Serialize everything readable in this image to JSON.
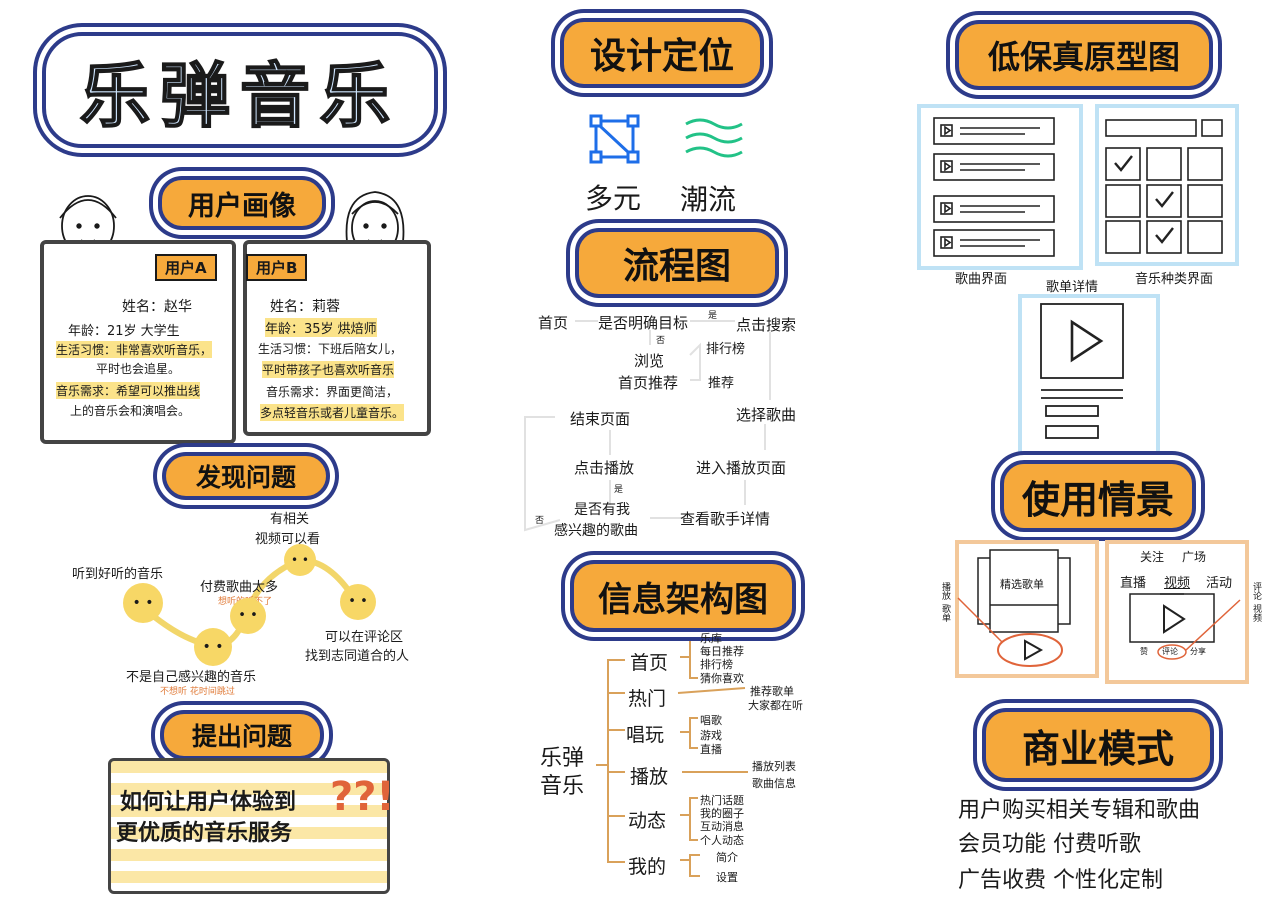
{
  "title": "乐弹音乐",
  "persona": {
    "heading": "用户画像",
    "user_a": {
      "tag": "用户A",
      "name": "姓名：赵华",
      "age": "年龄：21岁 大学生",
      "habit_1": "生活习惯：非常喜欢听音乐，",
      "habit_2": "平时也会追星。",
      "need_1": "音乐需求：希望可以推出线",
      "need_2": "上的音乐会和演唱会。"
    },
    "user_b": {
      "tag": "用户B",
      "name": "姓名：莉蓉",
      "age": "年龄：35岁 烘焙师",
      "habit_1": "生活习惯：下班后陪女儿，",
      "habit_2": "平时带孩子也喜欢听音乐",
      "need_1": "音乐需求：界面更简洁，",
      "need_2": "多点轻音乐或者儿童音乐。"
    }
  },
  "discover": {
    "heading": "发现问题",
    "points": {
      "p1": "听到好听的音乐",
      "p2_main": "付费歌曲太多",
      "p2_sub": "想听的听不了",
      "p3": "有相关",
      "p3b": "视频可以看",
      "p4": "可以在评论区",
      "p4b": "找到志同道合的人",
      "p5_main": "不是自己感兴趣的音乐",
      "p5_sub": "不想听 花时间跳过"
    }
  },
  "propose": {
    "heading": "提出问题",
    "line_1": "如何让用户体验到",
    "line_2": "更优质的音乐服务",
    "marks": "??!"
  },
  "positioning": {
    "heading": "设计定位",
    "items": [
      "多元",
      "潮流"
    ]
  },
  "flow": {
    "heading": "流程图",
    "nodes": {
      "home": "首页",
      "goal": "是否明确目标",
      "yes1": "是",
      "no1": "否",
      "search": "点击搜索",
      "browse": "浏览",
      "home_rec": "首页推荐",
      "rank": "排行榜",
      "rec": "推荐",
      "choose": "选择歌曲",
      "end": "结束页面",
      "play_click": "点击播放",
      "yes2": "是",
      "enter": "进入播放页面",
      "interest_1": "是否有我",
      "interest_2": "感兴趣的歌曲",
      "no2": "否",
      "singer": "查看歌手详情"
    }
  },
  "ia": {
    "heading": "信息架构图",
    "root_1": "乐弹",
    "root_2": "音乐",
    "branches": [
      {
        "label": "首页",
        "children": [
          "乐库",
          "每日推荐",
          "排行榜",
          "猜你喜欢"
        ]
      },
      {
        "label": "热门",
        "children": [
          "推荐歌单",
          "大家都在听"
        ]
      },
      {
        "label": "唱玩",
        "children": [
          "唱歌",
          "游戏",
          "直播"
        ]
      },
      {
        "label": "播放",
        "children": [
          "播放列表",
          "歌曲信息"
        ]
      },
      {
        "label": "动态",
        "children": [
          "热门话题",
          "我的圈子",
          "互动消息",
          "个人动态"
        ]
      },
      {
        "label": "我的",
        "children": [
          "简介",
          "设置"
        ]
      }
    ]
  },
  "proto": {
    "heading": "低保真原型图",
    "labels": {
      "song": "歌曲界面",
      "kind": "音乐种类界面",
      "detail": "歌单详情"
    }
  },
  "scene": {
    "heading": "使用情景",
    "left_title": "精选歌单",
    "left_side_1": "播放",
    "left_side_2": "歌单",
    "right_tabs": [
      "关注",
      "广场"
    ],
    "right_tabs2": [
      "直播",
      "视频",
      "活动"
    ],
    "right_side_1": "评论",
    "right_side_2": "视频",
    "right_bottom": [
      "赞",
      "评论",
      "分享"
    ]
  },
  "business": {
    "heading": "商业模式",
    "lines": [
      "用户购买相关专辑和歌曲",
      "会员功能 付费听歌",
      "广告收费 个性化定制"
    ]
  },
  "colors": {
    "accent": "#f6a93b",
    "outline": "#2d3b8a",
    "proto_blue": "#bfe2f5",
    "scene_frame": "#f3c89a",
    "smiley": "#f7d766",
    "icon_blue": "#1e6ee8",
    "icon_green": "#22c287"
  }
}
